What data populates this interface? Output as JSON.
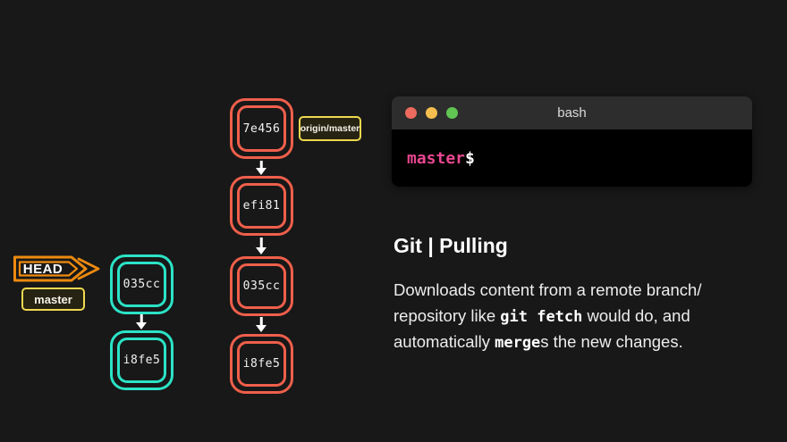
{
  "slide": {
    "title": "Git | Pulling",
    "description_lines": [
      {
        "pre": "Downloads content from a remote branch/",
        "code": "",
        "post": ""
      },
      {
        "pre": "repository like ",
        "code": "git fetch",
        "post": " would do, and"
      },
      {
        "pre": "automatically ",
        "code": "merge",
        "post": "s the new changes."
      }
    ]
  },
  "terminal": {
    "title": "bash",
    "prompt_branch": "master",
    "prompt_symbol": "$",
    "traffic_lights": [
      "close",
      "minimize",
      "zoom"
    ]
  },
  "local_branch": {
    "head_label": "HEAD",
    "branch_label": "master",
    "commits": [
      "035cc",
      "i8fe5"
    ]
  },
  "remote_branch": {
    "branch_label": "origin/master",
    "commits": [
      "7e456",
      "efi81",
      "035cc",
      "i8fe5"
    ]
  },
  "icons": {
    "head_arrow": "right-pointing-arrow-badge",
    "commit_arrow": "down-arrow"
  },
  "colors": {
    "background": "#181818",
    "local_commit": "#2BE3C6",
    "remote_commit": "#EF5F4B",
    "branch_label_border": "#EFD94F",
    "head_badge_border": "#ED8A0F",
    "prompt_branch_text": "#E8478F",
    "terminal_titlebar": "#2D2D2D",
    "terminal_body": "#000000",
    "traffic_red": "#EC6A5E",
    "traffic_yellow": "#F4BF4F",
    "traffic_green": "#61C554"
  }
}
